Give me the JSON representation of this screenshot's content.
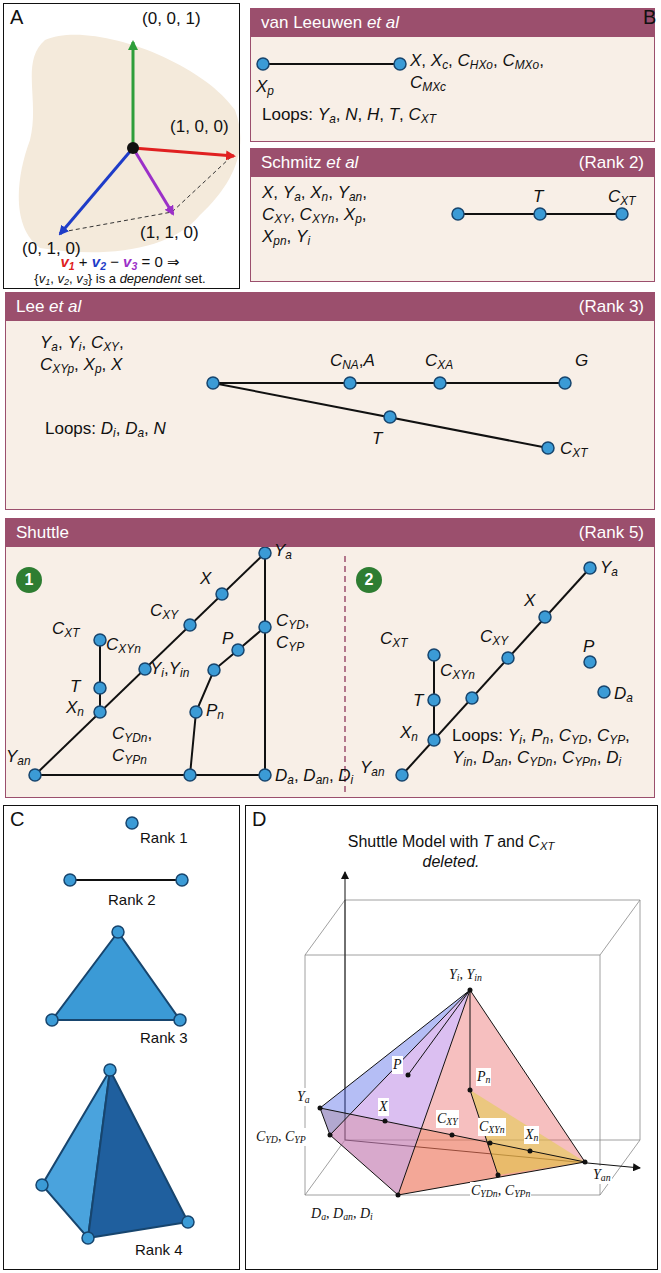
{
  "diagram": {
    "nodes": [
      {
        "text": [
          "A"
        ]
      },
      {
        "text": [
          "van Leeuwen et al"
        ]
      },
      {
        "text": [
          "Schmitz et al",
          "(Rank 2)"
        ]
      },
      {
        "text": [
          "Lee et al",
          "(Rank 3)"
        ]
      },
      {
        "text": [
          "Shuttle",
          "(Rank 5)"
        ]
      },
      {
        "text": [
          "1"
        ],
        "in": 4
      },
      {
        "text": [
          "2"
        ],
        "in": 4
      },
      {
        "text": [
          "C"
        ]
      },
      {
        "text": [
          "D",
          "Shuttle Model with T and CXT deleted."
        ]
      }
    ],
    "labels": [
      "B",
      "(0, 0, 1)",
      "(1, 0, 0)",
      "(0, 1, 0)",
      "(1, 1, 0)",
      "v1 + v2 − v3 = 0 ⇒",
      "{v1, v2, v3} is a dependent set.",
      "Xp",
      "X, Xc, CHXo, CMXo, CMXc",
      "Loops: Ya, N, H, T, CXT",
      "X, Ya, Xn, Yan, CXY, CXYn, Xp, Xpn, Yi",
      "T",
      "CXT",
      "Ya, Yi, CXY, CXYp, Xp, X",
      "CNA,A",
      "CXA",
      "G",
      "T",
      "CXT",
      "Loops: Di, Da, N",
      "Ya",
      "X",
      "CXY",
      "CXT",
      "CXYn",
      "T",
      "Xn",
      "Yan",
      "CYD, CYP",
      "P",
      "Yi,Yin",
      "Pn",
      "CYDn, CYPn",
      "Da, Dan, Di",
      "Ya",
      "X",
      "CXT",
      "CXY",
      "CXYn",
      "T",
      "P",
      "Xn",
      "Da",
      "Yan",
      "Loops: Yi, Pn, CYD, CYP, Yin, Dan, CYDn, CYPn, Di",
      "Rank 1",
      "Rank 2",
      "Rank 3",
      "Rank 4",
      "Yi, Yin",
      "P",
      "Pn",
      "Ya",
      "X",
      "CXY",
      "CXYn",
      "Xn",
      "Yan",
      "CYD, CYP",
      "CYDn, CYPn",
      "Da, Dan, Di"
    ]
  }
}
